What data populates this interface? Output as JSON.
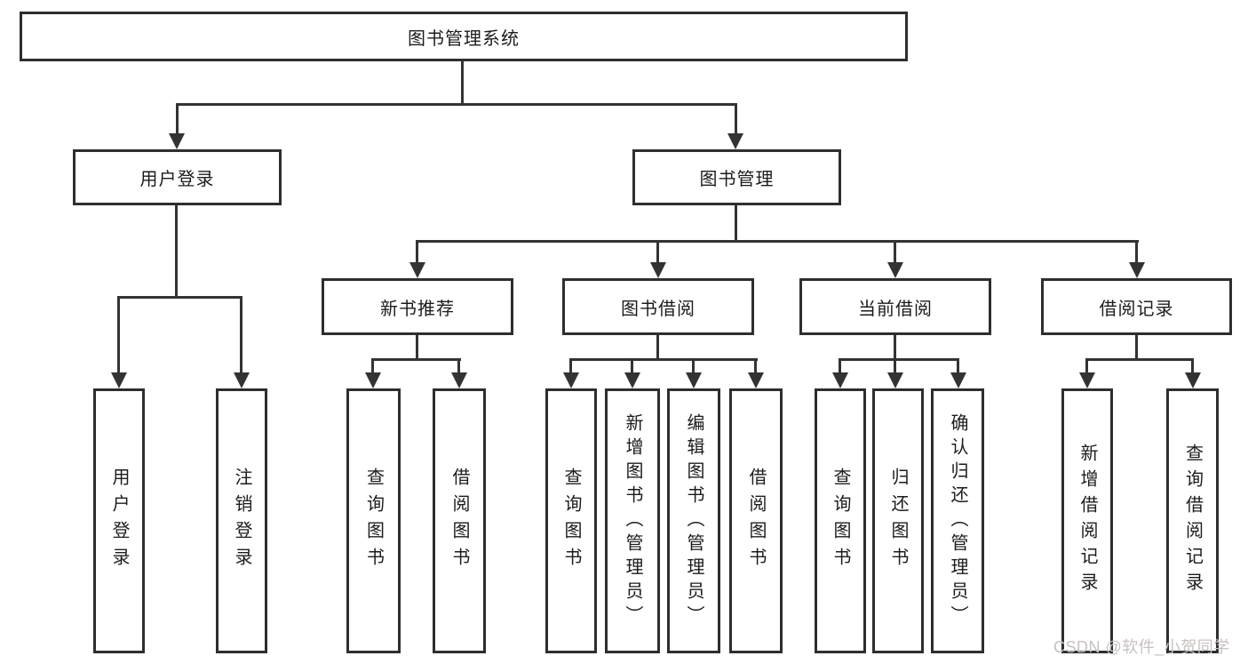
{
  "diagram": {
    "title_node": "图书管理系统",
    "level2": {
      "user_login": "用户登录",
      "book_mgmt": "图书管理"
    },
    "level3": {
      "new_book_rec": "新书推荐",
      "book_borrow": "图书借阅",
      "current_borrow": "当前借阅",
      "borrow_record": "借阅记录"
    },
    "leaves": {
      "user_login": [
        "用户登录",
        "注销登录"
      ],
      "new_book_rec": [
        "查询图书",
        "借阅图书"
      ],
      "book_borrow": [
        "查询图书",
        "新增图书（管理员）",
        "编辑图书（管理员）",
        "借阅图书"
      ],
      "current_borrow": [
        "查询图书",
        "归还图书",
        "确认归还（管理员）"
      ],
      "borrow_record": [
        "新增借阅记录",
        "查询借阅记录"
      ]
    },
    "colors": {
      "line": "#333333",
      "text": "#1c1c1c",
      "watermark": "#c7c1c1"
    },
    "watermark": "CSDN @软件_小贺同学"
  }
}
